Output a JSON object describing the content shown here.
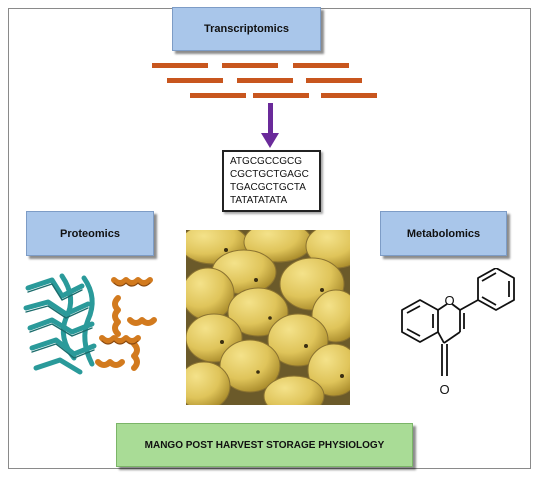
{
  "boxes": {
    "transcriptomics": "Transcriptomics",
    "proteomics": "Proteomics",
    "metabolomics": "Metabolomics",
    "bottom": "MANGO POST HARVEST STORAGE PHYSIOLOGY"
  },
  "sequence_lines": [
    "ATGCGCCGCG",
    "CGCTGCTGAGC",
    "TGACGCTGCTA",
    "TATATATATA"
  ],
  "molecule": {
    "oxygen_label": "O",
    "carbonyl_label": "O"
  },
  "colors": {
    "blue_box": "#a9c6ea",
    "green_box": "#a9dc96",
    "read_bars": "#c8561e",
    "arrow": "#6a2a9a",
    "protein_teal": "#2a9a9a",
    "protein_orange": "#d27a1e",
    "mango": "#dfc45a"
  }
}
